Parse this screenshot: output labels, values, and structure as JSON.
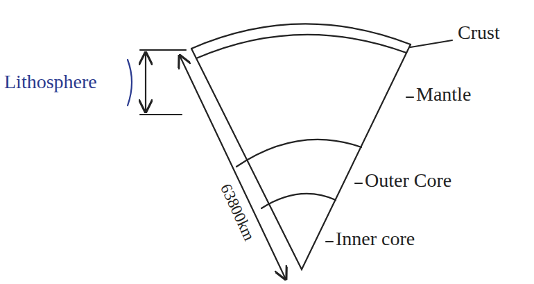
{
  "diagram": {
    "labels": [
      "Lithosphere",
      "Crust",
      "Mantle",
      "Outer Core",
      "Inner core",
      "63800km"
    ]
  }
}
